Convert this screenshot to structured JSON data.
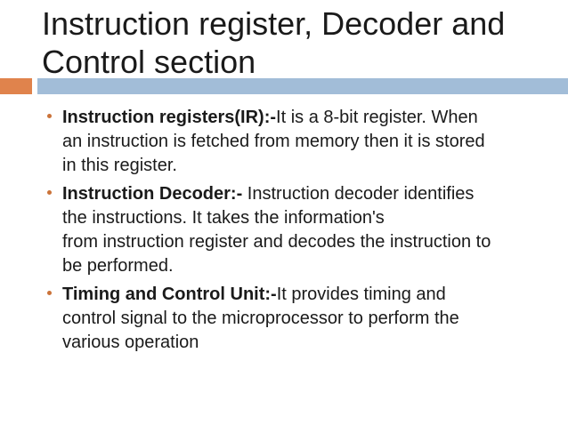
{
  "slide": {
    "title_lines": [
      "Instruction register, Decoder and",
      "Control section"
    ],
    "colors": {
      "accent_orange": "#E0834C",
      "accent_blue": "#A2BDD8",
      "bullet_dot": "#CB7339",
      "text": "#1A1A1A"
    },
    "bullets": [
      {
        "bold": "Instruction registers(IR):-",
        "lines": [
          "It is a 8-bit register. When",
          "an instruction is fetched from memory then it is stored",
          "in this register."
        ]
      },
      {
        "bold": "Instruction Decoder:- ",
        "lines": [
          "Instruction decoder identifies",
          "the instructions. It takes the information's",
          "from instruction register and decodes the instruction to",
          "be performed."
        ]
      },
      {
        "bold": "Timing and Control Unit:-",
        "lines": [
          "It provides timing and",
          "control signal to the microprocessor to perform the",
          "various operation"
        ]
      }
    ]
  }
}
